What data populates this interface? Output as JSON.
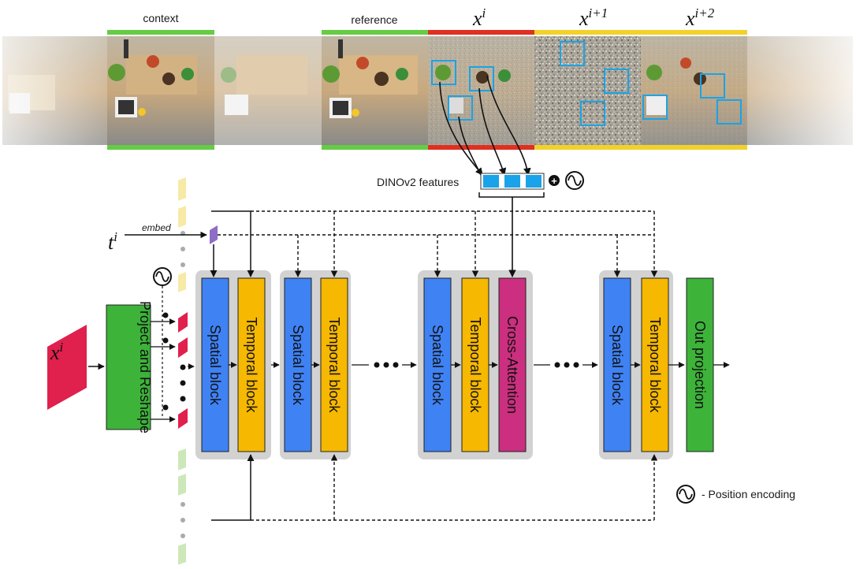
{
  "frames": {
    "context_label": "context",
    "reference_label": "reference",
    "xi_base": "x",
    "xi_sup": "i",
    "xi1_base": "x",
    "xi1_sup": "i+1",
    "xi2_base": "x",
    "xi2_sup": "i+2"
  },
  "features": {
    "dino_label": "DINOv2 features",
    "plus_sign": "+"
  },
  "inputs": {
    "t_base": "t",
    "t_sup": "i",
    "embed_label": "embed",
    "x_base": "x",
    "x_sup": "i"
  },
  "blocks": {
    "project": "Project and Reshape",
    "spatial": "Spatial block",
    "temporal": "Temporal block",
    "cross_attention": "Cross-Attention",
    "out_projection": "Out projection"
  },
  "legend": {
    "position_encoding": "- Position encoding"
  },
  "colors": {
    "context_green": "#66cc44",
    "current_red": "#e03020",
    "future_yellow": "#f2d22a",
    "patch_blue": "#1aa3e8",
    "spatial_blue": "#3f82f4",
    "temporal_orange": "#f6b800",
    "cross_magenta": "#cc2f7f",
    "project_green": "#3db33a",
    "x_red": "#e0204d",
    "embed_purple": "#8e6cc8",
    "group_gray": "#d2d2d2"
  }
}
